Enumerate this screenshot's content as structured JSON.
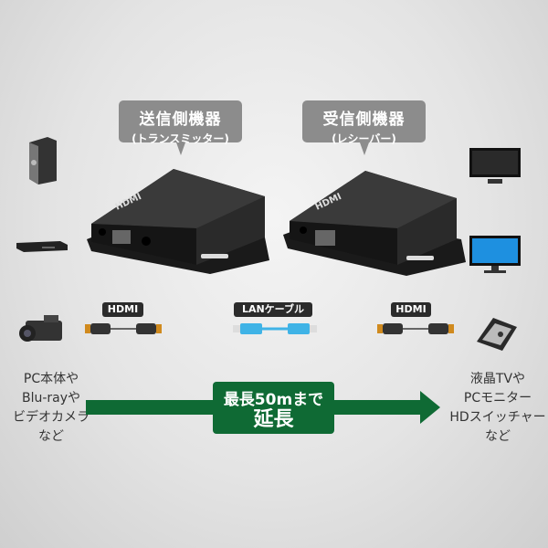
{
  "transmitter": {
    "title": "送信側機器",
    "subtitle": "(トランスミッター)",
    "logo": "HDMI"
  },
  "receiver": {
    "title": "受信側機器",
    "subtitle": "(レシーバー)",
    "logo": "HDMI"
  },
  "cables": {
    "left": "HDMI",
    "center": "LANケーブル",
    "right": "HDMI"
  },
  "source_text": [
    "PC本体や",
    "Blu-rayや",
    "ビデオカメラ",
    "など"
  ],
  "sink_text": [
    "液晶TVや",
    "PCモニター",
    "HDスイッチャー",
    "など"
  ],
  "extension": {
    "line1": "最長50mまで",
    "line2": "延長"
  },
  "colors": {
    "green": "#0f6a34",
    "cable_blue": "#3fb3e6",
    "hdmi_gold": "#d08a1e"
  }
}
